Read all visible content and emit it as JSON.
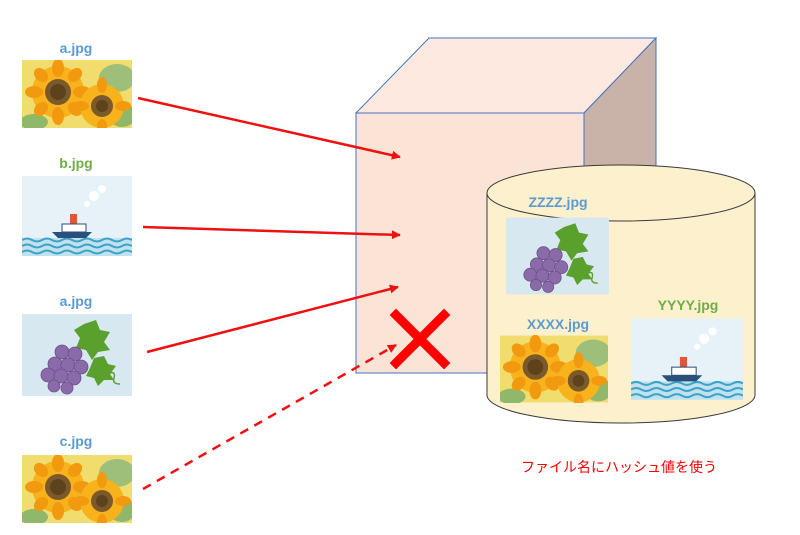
{
  "source_files": [
    {
      "name": "a.jpg",
      "image": "sunflower-image"
    },
    {
      "name": "b.jpg",
      "image": "boat-image"
    },
    {
      "name": "a.jpg",
      "image": "grapes-image"
    },
    {
      "name": "c.jpg",
      "image": "sunflower-image"
    }
  ],
  "stored_files": [
    {
      "name": "ZZZZ.jpg",
      "image": "grapes-image"
    },
    {
      "name": "XXXX.jpg",
      "image": "sunflower-image"
    },
    {
      "name": "YYYY.jpg",
      "image": "boat-image"
    }
  ],
  "caption": "ファイル名にハッシュ値を使う",
  "rejected_marker": "red-x-icon",
  "colors": {
    "label_blue": "#5b9bd5",
    "label_green": "#70ad47",
    "arrow_red": "#ee1111",
    "caption_red": "#ff0000",
    "box_front": "#fbe3d6",
    "box_top": "#fde9df",
    "box_side": "#c9b3a8",
    "cylinder_fill": "#fdf0cd"
  }
}
